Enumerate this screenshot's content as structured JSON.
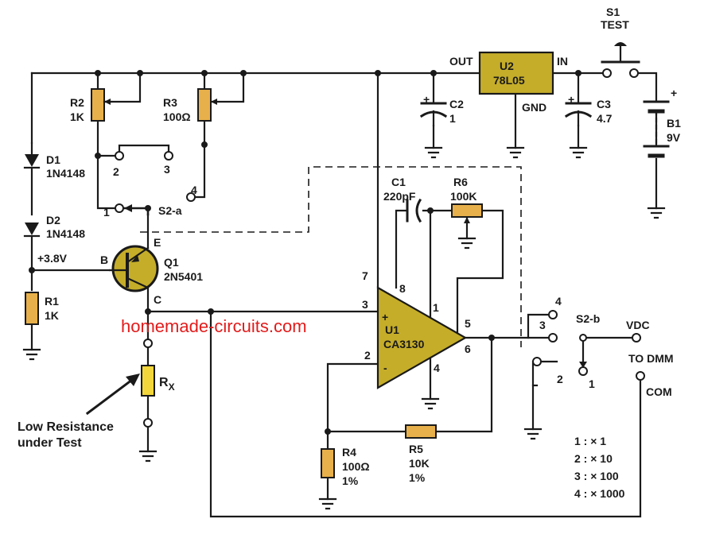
{
  "watermark": "homemade-circuits.com",
  "s1": {
    "ref": "S1",
    "name": "TEST"
  },
  "u2": {
    "ref": "U2",
    "part": "78L05",
    "out": "OUT",
    "in": "IN",
    "gnd": "GND"
  },
  "c2": {
    "ref": "C2",
    "value": "1",
    "pol": "+"
  },
  "c3": {
    "ref": "C3",
    "value": "4.7",
    "pol": "+"
  },
  "b1": {
    "ref": "B1",
    "value": "9V",
    "pol": "+"
  },
  "r2": {
    "ref": "R2",
    "value": "1K"
  },
  "r3": {
    "ref": "R3",
    "value": "100Ω"
  },
  "d1": {
    "ref": "D1",
    "part": "1N4148"
  },
  "d2": {
    "ref": "D2",
    "part": "1N4148"
  },
  "bias": "+3.8V",
  "q1": {
    "ref": "Q1",
    "part": "2N5401",
    "b": "B",
    "e": "E",
    "c": "C"
  },
  "r1": {
    "ref": "R1",
    "value": "1K"
  },
  "c1": {
    "ref": "C1",
    "value": "220pF"
  },
  "r6": {
    "ref": "R6",
    "value": "100K"
  },
  "u1": {
    "ref": "U1",
    "part": "CA3130",
    "pins": {
      "p7": "7",
      "p8": "8",
      "p1": "1",
      "p3": "3",
      "p5": "5",
      "p6": "6",
      "p2": "2",
      "p4": "4"
    },
    "plus": "+",
    "minus": "-"
  },
  "s2a": {
    "ref": "S2-a",
    "pos": [
      "1",
      "2",
      "3",
      "4"
    ]
  },
  "s2b": {
    "ref": "S2-b",
    "pos": [
      "4",
      "3",
      "2",
      "1"
    ]
  },
  "out": {
    "vdc": "VDC",
    "todmm": "TO DMM",
    "com": "COM"
  },
  "rx": {
    "ref": "R",
    "sub": "X",
    "label_line1": "Low Resistance",
    "label_line2": "under Test"
  },
  "r4": {
    "ref": "R4",
    "value": "100Ω",
    "tol": "1%"
  },
  "r5": {
    "ref": "R5",
    "value": "10K",
    "tol": "1%"
  },
  "ranges": [
    "1 : × 1",
    "2 : × 10",
    "3 : × 100",
    "4 : × 1000"
  ]
}
